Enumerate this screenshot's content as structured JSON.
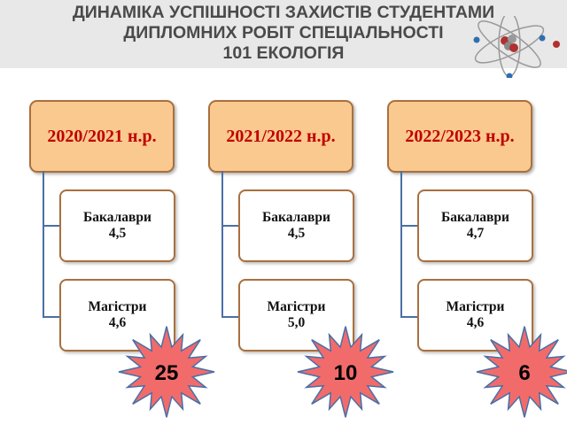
{
  "title": {
    "line1": "ДИНАМІКА УСПІШНОСТІ ЗАХИСТІВ СТУДЕНТАМИ",
    "line2": "ДИПЛОМНИХ РОБІТ СПЕЦІАЛЬНОСТІ",
    "line3": "101 ЕКОЛОГІЯ"
  },
  "columns": [
    {
      "year": "2020/2021 н.р.",
      "bachelor_label": "Бакалаври",
      "bachelor_value": "4,5",
      "master_label": "Магістри",
      "master_value": "4,6",
      "count": "25"
    },
    {
      "year": "2021/2022 н.р.",
      "bachelor_label": "Бакалаври",
      "bachelor_value": "4,5",
      "master_label": "Магістри",
      "master_value": "5,0",
      "count": "10"
    },
    {
      "year": "2022/2023 н.р.",
      "bachelor_label": "Бакалаври",
      "bachelor_value": "4,7",
      "master_label": "Магістри",
      "master_value": "4,6",
      "count": "6"
    }
  ],
  "colors": {
    "header_fill": "#fac98f",
    "year_text": "#c00000",
    "star_fill": "#f26b6b",
    "connector": "#4a6fa5"
  }
}
